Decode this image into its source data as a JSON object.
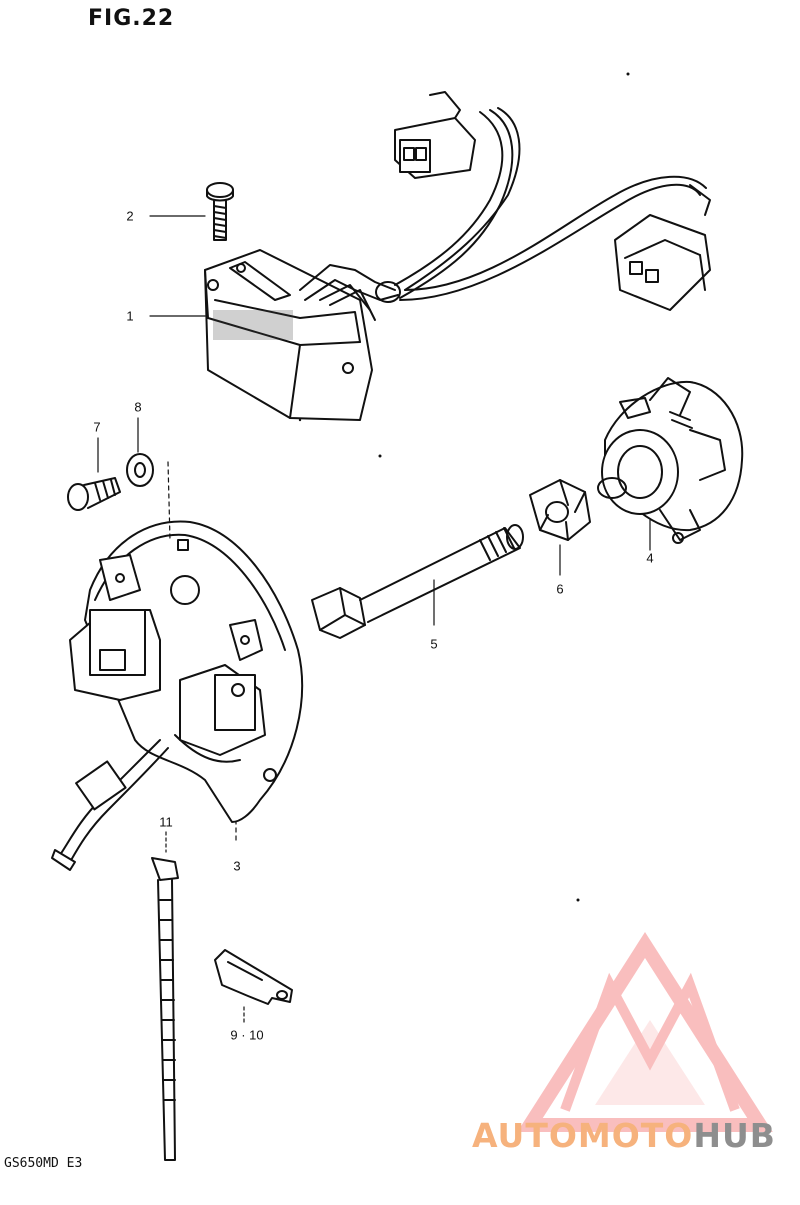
{
  "figure": {
    "title": "FIG.22",
    "model_code": "GS650MD  E3"
  },
  "callouts": [
    {
      "id": "c1",
      "label": "1"
    },
    {
      "id": "c2",
      "label": "2"
    },
    {
      "id": "c3",
      "label": "3"
    },
    {
      "id": "c4",
      "label": "4"
    },
    {
      "id": "c5",
      "label": "5"
    },
    {
      "id": "c6",
      "label": "6"
    },
    {
      "id": "c7",
      "label": "7"
    },
    {
      "id": "c8",
      "label": "8"
    },
    {
      "id": "c9",
      "label": "9 · 10"
    },
    {
      "id": "c11",
      "label": "11"
    }
  ],
  "watermark": {
    "text_part1": "AUTOMOTO",
    "text_part2": "HUB",
    "logo_color": "#f58a8a",
    "text_color1": "#f6b27d",
    "text_color2": "#8e8e8e"
  },
  "colors": {
    "ink": "#111111",
    "background": "#ffffff"
  }
}
